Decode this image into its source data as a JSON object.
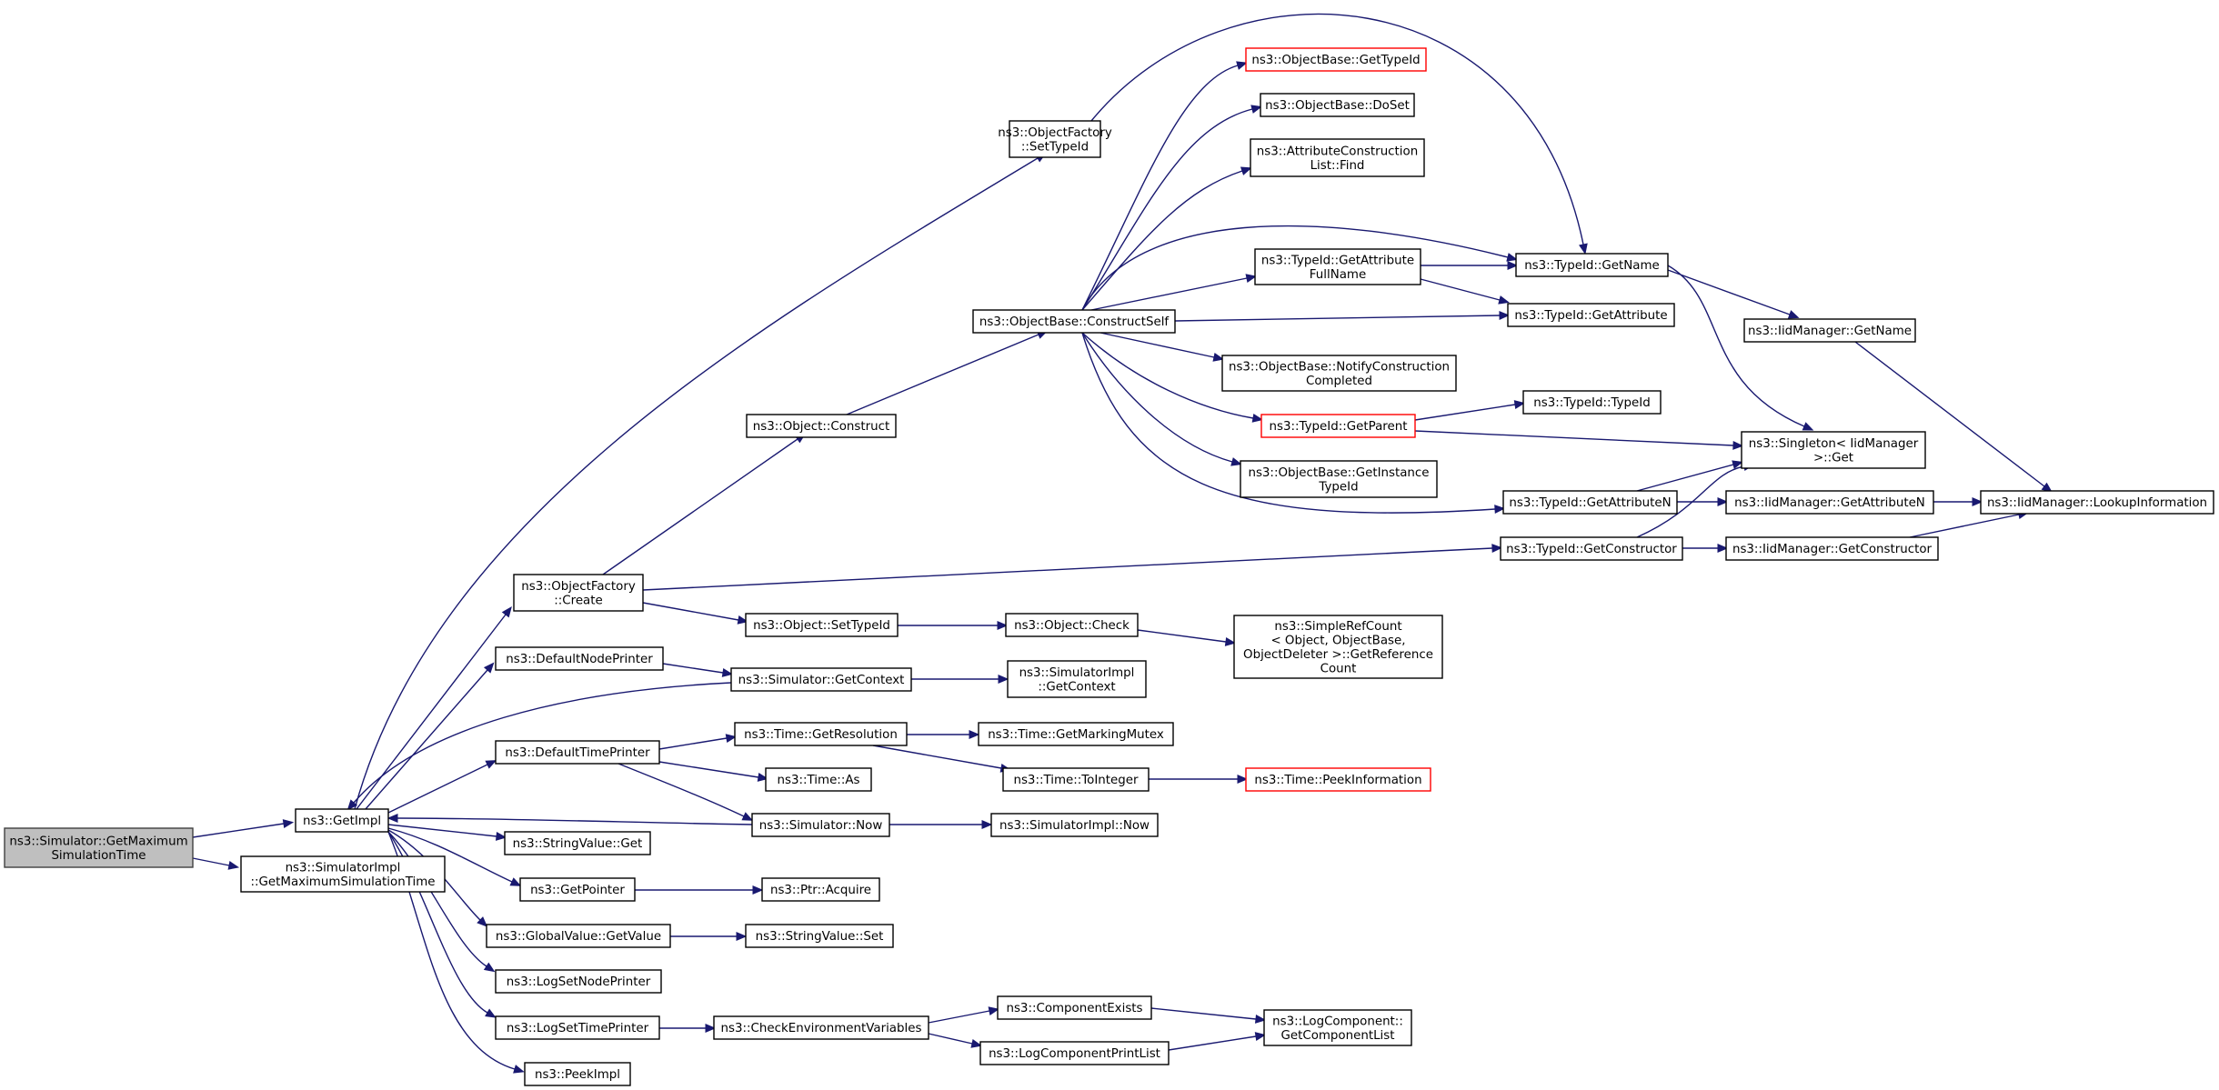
{
  "graph": {
    "title": "",
    "edge_color": "#191970",
    "root_fill": "#bfbfbf",
    "truncated_border": "#ff0000",
    "nodes": [
      {
        "id": "root",
        "lines": [
          "ns3::Simulator::GetMaximum",
          "SimulationTime"
        ],
        "kind": "root"
      },
      {
        "id": "getimpl",
        "lines": [
          "ns3::GetImpl"
        ]
      },
      {
        "id": "simimpl_getmax",
        "lines": [
          "ns3::SimulatorImpl",
          "::GetMaximumSimulationTime"
        ]
      },
      {
        "id": "of_create",
        "lines": [
          "ns3::ObjectFactory",
          "::Create"
        ]
      },
      {
        "id": "default_node_printer",
        "lines": [
          "ns3::DefaultNodePrinter"
        ]
      },
      {
        "id": "default_time_printer",
        "lines": [
          "ns3::DefaultTimePrinter"
        ]
      },
      {
        "id": "stringvalue_get",
        "lines": [
          "ns3::StringValue::Get"
        ]
      },
      {
        "id": "getpointer",
        "lines": [
          "ns3::GetPointer"
        ]
      },
      {
        "id": "globalvalue_getvalue",
        "lines": [
          "ns3::GlobalValue::GetValue"
        ]
      },
      {
        "id": "logsetnodeprinter",
        "lines": [
          "ns3::LogSetNodePrinter"
        ]
      },
      {
        "id": "logsettimeprinter",
        "lines": [
          "ns3::LogSetTimePrinter"
        ]
      },
      {
        "id": "peekimpl",
        "lines": [
          "ns3::PeekImpl"
        ]
      },
      {
        "id": "object_construct",
        "lines": [
          "ns3::Object::Construct"
        ]
      },
      {
        "id": "object_settypeid",
        "lines": [
          "ns3::Object::SetTypeId"
        ]
      },
      {
        "id": "simulator_getcontext",
        "lines": [
          "ns3::Simulator::GetContext"
        ]
      },
      {
        "id": "time_getresolution",
        "lines": [
          "ns3::Time::GetResolution"
        ]
      },
      {
        "id": "time_as",
        "lines": [
          "ns3::Time::As"
        ]
      },
      {
        "id": "simulator_now",
        "lines": [
          "ns3::Simulator::Now"
        ]
      },
      {
        "id": "ptr_acquire",
        "lines": [
          "ns3::Ptr::Acquire"
        ]
      },
      {
        "id": "stringvalue_set",
        "lines": [
          "ns3::StringValue::Set"
        ]
      },
      {
        "id": "check_env_vars",
        "lines": [
          "ns3::CheckEnvironmentVariables"
        ]
      },
      {
        "id": "of_settypeid",
        "lines": [
          "ns3::ObjectFactory",
          "::SetTypeId"
        ]
      },
      {
        "id": "objectbase_constructself",
        "lines": [
          "ns3::ObjectBase::ConstructSelf"
        ]
      },
      {
        "id": "object_check",
        "lines": [
          "ns3::Object::Check"
        ]
      },
      {
        "id": "simimpl_getcontext",
        "lines": [
          "ns3::SimulatorImpl",
          "::GetContext"
        ]
      },
      {
        "id": "time_getmarkingmutex",
        "lines": [
          "ns3::Time::GetMarkingMutex"
        ]
      },
      {
        "id": "time_tointeger",
        "lines": [
          "ns3::Time::ToInteger"
        ]
      },
      {
        "id": "simimpl_now",
        "lines": [
          "ns3::SimulatorImpl::Now"
        ]
      },
      {
        "id": "componentexists",
        "lines": [
          "ns3::ComponentExists"
        ]
      },
      {
        "id": "logcomponentprintlist",
        "lines": [
          "ns3::LogComponentPrintList"
        ]
      },
      {
        "id": "objectbase_gettypeid",
        "lines": [
          "ns3::ObjectBase::GetTypeId"
        ],
        "kind": "truncated"
      },
      {
        "id": "objectbase_doset",
        "lines": [
          "ns3::ObjectBase::DoSet"
        ]
      },
      {
        "id": "attrconstructionlist_find",
        "lines": [
          "ns3::AttributeConstruction",
          "List::Find"
        ]
      },
      {
        "id": "typeid_getattributefullname",
        "lines": [
          "ns3::TypeId::GetAttribute",
          "FullName"
        ]
      },
      {
        "id": "objectbase_notifyconstructioncompleted",
        "lines": [
          "ns3::ObjectBase::NotifyConstruction",
          "Completed"
        ]
      },
      {
        "id": "typeid_getparent",
        "lines": [
          "ns3::TypeId::GetParent"
        ],
        "kind": "truncated"
      },
      {
        "id": "objectbase_getinstancetypeid",
        "lines": [
          "ns3::ObjectBase::GetInstance",
          "TypeId"
        ]
      },
      {
        "id": "typeid_getattributen",
        "lines": [
          "ns3::TypeId::GetAttributeN"
        ]
      },
      {
        "id": "typeid_getconstructor",
        "lines": [
          "ns3::TypeId::GetConstructor"
        ]
      },
      {
        "id": "simplerefcount_getreferencecount",
        "lines": [
          "ns3::SimpleRefCount",
          "< Object, ObjectBase,",
          "ObjectDeleter >::GetReference",
          "Count"
        ]
      },
      {
        "id": "time_peekinformation",
        "lines": [
          "ns3::Time::PeekInformation"
        ],
        "kind": "truncated"
      },
      {
        "id": "logcomponent_getcomponentlist",
        "lines": [
          "ns3::LogComponent::",
          "GetComponentList"
        ]
      },
      {
        "id": "typeid_getname",
        "lines": [
          "ns3::TypeId::GetName"
        ]
      },
      {
        "id": "typeid_getattribute",
        "lines": [
          "ns3::TypeId::GetAttribute"
        ]
      },
      {
        "id": "typeid_typeid",
        "lines": [
          "ns3::TypeId::TypeId"
        ]
      },
      {
        "id": "singleton_iidmanager_get",
        "lines": [
          "ns3::Singleton< IidManager",
          ">::Get"
        ]
      },
      {
        "id": "iidmanager_getattributen",
        "lines": [
          "ns3::IidManager::GetAttributeN"
        ]
      },
      {
        "id": "iidmanager_getconstructor",
        "lines": [
          "ns3::IidManager::GetConstructor"
        ]
      },
      {
        "id": "iidmanager_getname",
        "lines": [
          "ns3::IidManager::GetName"
        ]
      },
      {
        "id": "iidmanager_lookupinformation",
        "lines": [
          "ns3::IidManager::LookupInformation"
        ]
      }
    ],
    "edges": [
      [
        "root",
        "getimpl"
      ],
      [
        "root",
        "simimpl_getmax"
      ],
      [
        "getimpl",
        "of_create"
      ],
      [
        "getimpl",
        "default_node_printer"
      ],
      [
        "getimpl",
        "default_time_printer"
      ],
      [
        "getimpl",
        "stringvalue_get"
      ],
      [
        "getimpl",
        "getpointer"
      ],
      [
        "getimpl",
        "globalvalue_getvalue"
      ],
      [
        "getimpl",
        "logsetnodeprinter"
      ],
      [
        "getimpl",
        "logsettimeprinter"
      ],
      [
        "getimpl",
        "peekimpl"
      ],
      [
        "getimpl",
        "of_settypeid"
      ],
      [
        "of_create",
        "object_construct"
      ],
      [
        "of_create",
        "object_settypeid"
      ],
      [
        "of_create",
        "typeid_getconstructor"
      ],
      [
        "default_node_printer",
        "simulator_getcontext"
      ],
      [
        "default_time_printer",
        "time_getresolution"
      ],
      [
        "default_time_printer",
        "time_as"
      ],
      [
        "default_time_printer",
        "simulator_now"
      ],
      [
        "getpointer",
        "ptr_acquire"
      ],
      [
        "globalvalue_getvalue",
        "stringvalue_set"
      ],
      [
        "logsettimeprinter",
        "check_env_vars"
      ],
      [
        "object_construct",
        "objectbase_constructself"
      ],
      [
        "object_settypeid",
        "object_check"
      ],
      [
        "simulator_getcontext",
        "getimpl"
      ],
      [
        "simulator_getcontext",
        "simimpl_getcontext"
      ],
      [
        "time_getresolution",
        "time_getmarkingmutex"
      ],
      [
        "time_getresolution",
        "time_tointeger"
      ],
      [
        "simulator_now",
        "getimpl"
      ],
      [
        "simulator_now",
        "simimpl_now"
      ],
      [
        "check_env_vars",
        "componentexists"
      ],
      [
        "check_env_vars",
        "logcomponentprintlist"
      ],
      [
        "of_settypeid",
        "typeid_getname"
      ],
      [
        "objectbase_constructself",
        "objectbase_gettypeid"
      ],
      [
        "objectbase_constructself",
        "objectbase_doset"
      ],
      [
        "objectbase_constructself",
        "attrconstructionlist_find"
      ],
      [
        "objectbase_constructself",
        "typeid_getname"
      ],
      [
        "objectbase_constructself",
        "typeid_getattributefullname"
      ],
      [
        "objectbase_constructself",
        "typeid_getattribute"
      ],
      [
        "objectbase_constructself",
        "objectbase_notifyconstructioncompleted"
      ],
      [
        "objectbase_constructself",
        "typeid_getparent"
      ],
      [
        "objectbase_constructself",
        "objectbase_getinstancetypeid"
      ],
      [
        "objectbase_constructself",
        "typeid_getattributen"
      ],
      [
        "object_check",
        "simplerefcount_getreferencecount"
      ],
      [
        "time_tointeger",
        "time_peekinformation"
      ],
      [
        "componentexists",
        "logcomponent_getcomponentlist"
      ],
      [
        "logcomponentprintlist",
        "logcomponent_getcomponentlist"
      ],
      [
        "typeid_getattributefullname",
        "typeid_getname"
      ],
      [
        "typeid_getattributefullname",
        "typeid_getattribute"
      ],
      [
        "typeid_getparent",
        "typeid_typeid"
      ],
      [
        "typeid_getparent",
        "singleton_iidmanager_get"
      ],
      [
        "typeid_getattributen",
        "singleton_iidmanager_get"
      ],
      [
        "typeid_getattributen",
        "iidmanager_getattributen"
      ],
      [
        "typeid_getconstructor",
        "singleton_iidmanager_get"
      ],
      [
        "typeid_getconstructor",
        "iidmanager_getconstructor"
      ],
      [
        "typeid_getname",
        "singleton_iidmanager_get"
      ],
      [
        "typeid_getname",
        "iidmanager_getname"
      ],
      [
        "iidmanager_getattributen",
        "iidmanager_lookupinformation"
      ],
      [
        "iidmanager_getconstructor",
        "iidmanager_lookupinformation"
      ],
      [
        "iidmanager_getname",
        "iidmanager_lookupinformation"
      ]
    ]
  }
}
